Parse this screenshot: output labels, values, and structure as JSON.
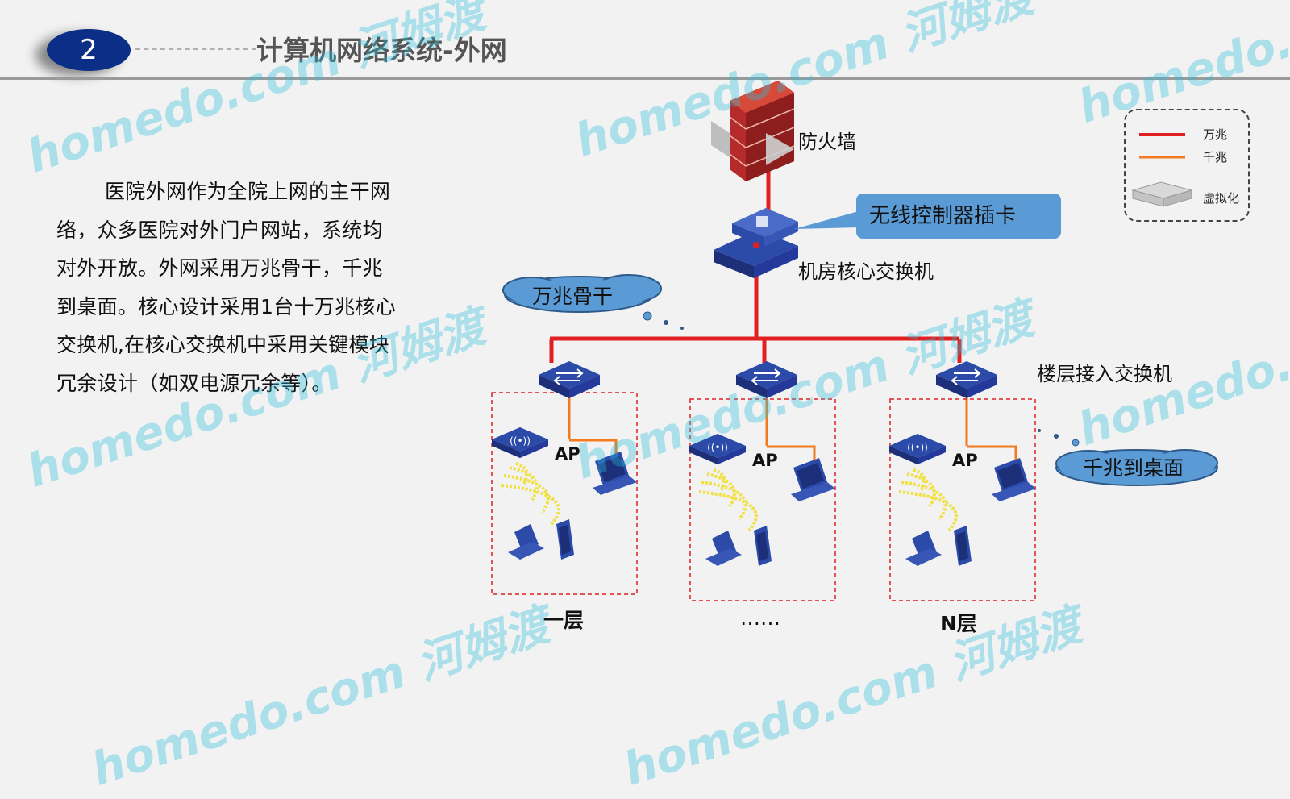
{
  "header": {
    "number": "2",
    "title": "计算机网络系统-外网"
  },
  "body_text": "医院外网作为全院上网的主干网络，众多医院对外门户网站，系统均对外开放。外网采用万兆骨干，千兆到桌面。核心设计采用1台十万兆核心交换机,在核心交换机中采用关键模块冗余设计（如双电源冗余等）。",
  "diagram": {
    "firewall_label": "防火墙",
    "callout_label": "无线控制器插卡",
    "core_switch_label": "机房核心交换机",
    "backbone_cloud": "万兆骨干",
    "access_switch_label": "楼层接入交换机",
    "desktop_cloud": "千兆到桌面",
    "ap_label": "AP",
    "floors": [
      "一层",
      "……",
      "N层"
    ]
  },
  "legend": {
    "items": [
      "万兆",
      "千兆",
      "虚拟化"
    ]
  },
  "colors": {
    "ten_gig": "#e02020",
    "gig": "#f47a20",
    "badge": "#0b2f86",
    "callout": "#5b9bd5"
  },
  "watermark": {
    "brand": "homedo.com",
    "cn": "河姆渡"
  }
}
